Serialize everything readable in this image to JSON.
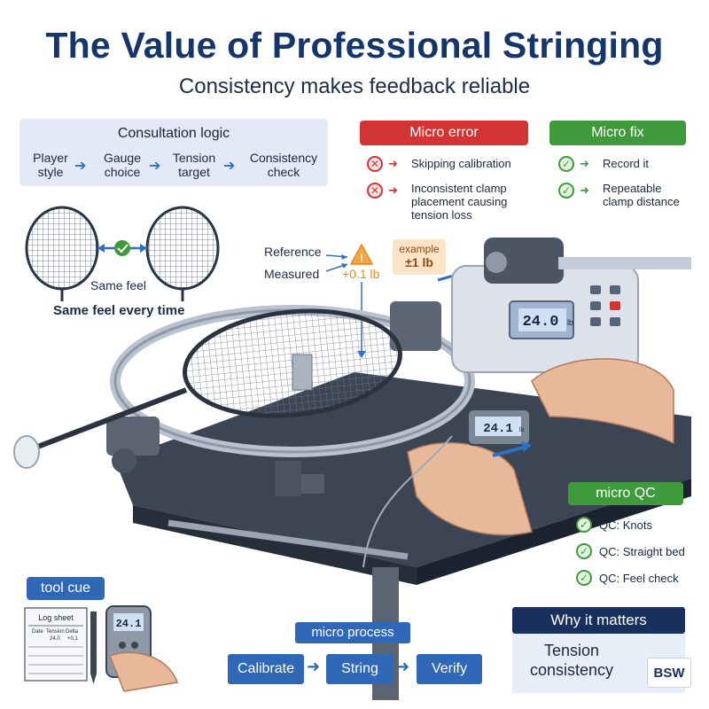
{
  "header": {
    "title": "The Value of Professional Stringing",
    "subtitle": "Consistency makes feedback reliable"
  },
  "consultation": {
    "title": "Consultation logic",
    "steps": [
      {
        "line1": "Player",
        "line2": "style"
      },
      {
        "line1": "Gauge",
        "line2": "choice"
      },
      {
        "line1": "Tension",
        "line2": "target"
      },
      {
        "line1": "Consistency",
        "line2": "check"
      }
    ]
  },
  "micro_error": {
    "title": "Micro error",
    "items": [
      {
        "line1": "Skipping calibration",
        "line2": "",
        "line3": ""
      },
      {
        "line1": "Inconsistent clamp",
        "line2": "placement causing",
        "line3": "tension loss"
      }
    ]
  },
  "micro_fix": {
    "title": "Micro fix",
    "items": [
      {
        "line1": "Record it",
        "line2": ""
      },
      {
        "line1": "Repeatable",
        "line2": "clamp distance"
      }
    ]
  },
  "rackets": {
    "same_feel_label": "Same feel",
    "caption": "Same feel every time"
  },
  "measurement": {
    "reference_label": "Reference",
    "measured_label": "Measured",
    "delta": "+0.1 lb",
    "example_label": "example",
    "example_value": "±1 lb"
  },
  "machine": {
    "display_value": "24.0",
    "display_unit": "lb",
    "gauge_value": "24.1",
    "gauge_unit": "lb"
  },
  "micro_qc": {
    "title": "micro QC",
    "items": [
      "QC: Knots",
      "QC: Straight bed",
      "QC: Feel check"
    ]
  },
  "tool_cue": {
    "title": "tool cue",
    "log_title": "Log sheet",
    "columns": [
      "Date",
      "Tension",
      "Delta"
    ],
    "row": [
      "",
      "24.0",
      "+0.1"
    ],
    "meter_value": "24.1"
  },
  "micro_process": {
    "title": "micro process",
    "steps": [
      "Calibrate",
      "String",
      "Verify"
    ]
  },
  "why": {
    "title": "Why it matters",
    "line1": "Tension",
    "line2": "consistency"
  },
  "brand": {
    "logo_text": "BSW"
  },
  "colors": {
    "title_blue": "#16356b",
    "accent_blue": "#2f68b7",
    "error_red": "#d43333",
    "fix_green": "#3f9a3c",
    "highlight_orange": "#e38a17",
    "dark_navy": "#17305e"
  }
}
